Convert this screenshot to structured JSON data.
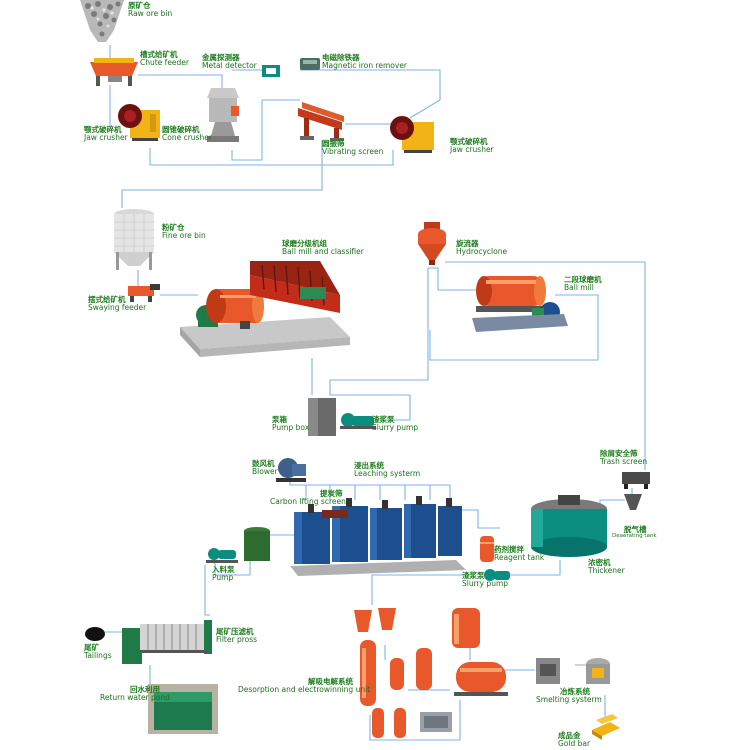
{
  "colors": {
    "flow_line": "#7fb3e8",
    "label_cn": "#1e7d1e",
    "label_en": "#1f6f1f",
    "orange": "#e8582a",
    "gold": "#f2b316",
    "tank_blue": "#1d4f8f",
    "mint": "#0b8d80"
  },
  "labels": {
    "raw_ore_bin": {
      "cn": "原矿仓",
      "en": "Raw ore bin"
    },
    "chute_feeder": {
      "cn": "槽式给矿机",
      "en": "Chute feeder"
    },
    "metal_detector": {
      "cn": "金属探测器",
      "en": "Metal detector"
    },
    "magnetic_iron_remover": {
      "cn": "电磁除铁器",
      "en": "Magnetic iron remover"
    },
    "jaw_crusher_1": {
      "cn": "颚式破碎机",
      "en": "Jaw crusher"
    },
    "cone_crusher": {
      "cn": "圆锥破碎机",
      "en": "Cone crusher"
    },
    "vibrating_screen": {
      "cn": "圆振筛",
      "en": "Vibrating screen"
    },
    "jaw_crusher_2": {
      "cn": "颚式破碎机",
      "en": "Jaw crusher"
    },
    "fine_ore_bin": {
      "cn": "粉矿仓",
      "en": "Fine ore bin"
    },
    "ball_mill_classifier": {
      "cn": "球磨分级机组",
      "en": "Ball mill and classifier"
    },
    "hydrocyclone": {
      "cn": "旋流器",
      "en": "Hydrocyclone"
    },
    "ball_mill": {
      "cn": "二段球磨机",
      "en": "Ball mill"
    },
    "swaying_feeder": {
      "cn": "摆式给矿机",
      "en": "Swaying feeder"
    },
    "pump_box": {
      "cn": "泵箱",
      "en": "Pump box"
    },
    "slurry_pump_1": {
      "cn": "渣浆泵",
      "en": "Slurry pump"
    },
    "blower": {
      "cn": "鼓风机",
      "en": "Blower"
    },
    "leaching_system": {
      "cn": "浸出系统",
      "en": "Leaching systerm"
    },
    "carbon_screen": {
      "cn": "提炭筛",
      "en": "Carbon lfting screen"
    },
    "trash_screen": {
      "cn": "除屑安全筛",
      "en": "Trash screen"
    },
    "deaerating_tank": {
      "cn": "脱气槽",
      "en": "Deaerating tank"
    },
    "reagent_tank": {
      "cn": "药剂搅拌",
      "en": "Reagent tank"
    },
    "thickener": {
      "cn": "浓密机",
      "en": "Thickener"
    },
    "feed_pump": {
      "cn": "入料泵",
      "en": "Pump"
    },
    "slurry_pump_2": {
      "cn": "渣浆泵",
      "en": "Slurry pump"
    },
    "tailings": {
      "cn": "尾矿",
      "en": "Tailings"
    },
    "filter_press": {
      "cn": "尾矿压滤机",
      "en": "Filter pross"
    },
    "return_water": {
      "cn": "回水利用",
      "en": "Return water pond"
    },
    "desorption": {
      "cn": "解吸电解系统",
      "en": "Desorption and electrowinning unit"
    },
    "smelting": {
      "cn": "冶炼系统",
      "en": "Smelting systerm"
    },
    "gold_bar": {
      "cn": "成品金",
      "en": "Gold bar"
    }
  }
}
